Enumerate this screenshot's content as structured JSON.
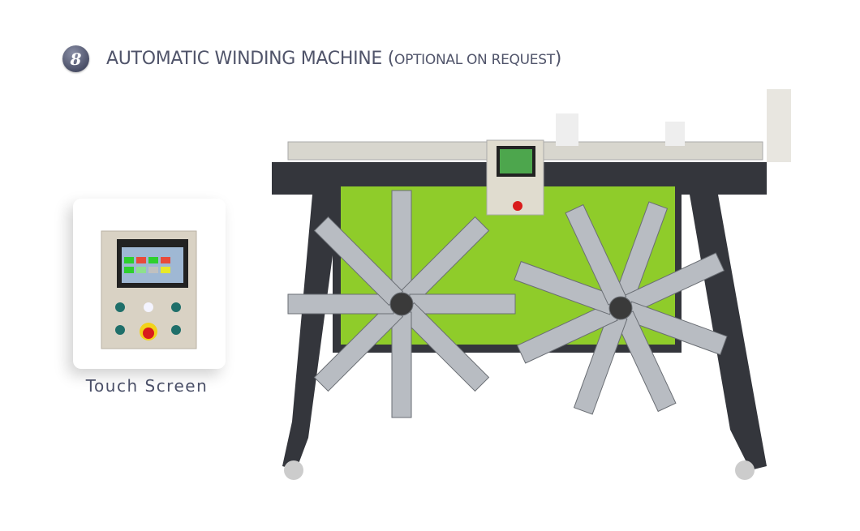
{
  "section": {
    "number": "8",
    "title": "AUTOMATIC WINDING MACHINE",
    "subtitle": "OPTIONAL ON REQUEST"
  },
  "touch_screen_card": {
    "caption": "Touch Screen"
  },
  "colors": {
    "badge": "#4b5068",
    "title": "#50546a",
    "panel_green": "#8fcc2a",
    "frame": "#34363c",
    "emergency": "#d91c1c"
  }
}
